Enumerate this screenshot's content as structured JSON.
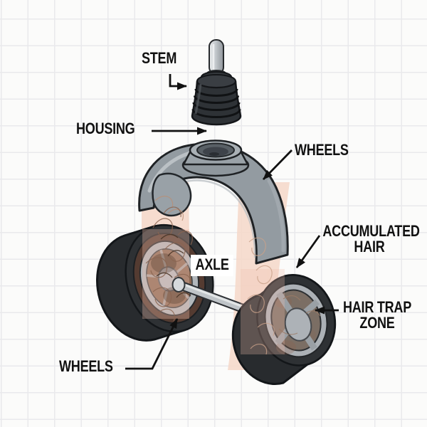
{
  "figure": {
    "subject": "Caster wheel exploded diagram showing where hair accumulates",
    "parts_shown": [
      "stem",
      "housing",
      "wheels",
      "axle",
      "accumulated hair",
      "hair trap zone"
    ]
  },
  "labels": {
    "stem": "STEM",
    "housing": "HOUSING",
    "wheels_top": "WHEELS",
    "accumulated_hair": {
      "line1": "ACCUMULATED",
      "line2": "HAIR"
    },
    "axle": "AXLE",
    "hair_trap_zone": {
      "line1": "HAIR TRAP",
      "line2": "ZONE"
    },
    "wheels_bottom": "WHEELS"
  },
  "colors": {
    "label_text": "#111111",
    "arrow": "#111111",
    "housing_gray": "#939ba1",
    "tire_black": "#2c2f32",
    "outline_dark": "#141619",
    "rim_gray": "#acb1b6",
    "hub_brown": "#8c6b55",
    "hair_brown": "#8a6450",
    "hair_zone_pink": "#f5d8ca",
    "axle_metal": "#c0c5c9",
    "background": "#fbfbfa",
    "grid_line": "#e9e9ec"
  }
}
